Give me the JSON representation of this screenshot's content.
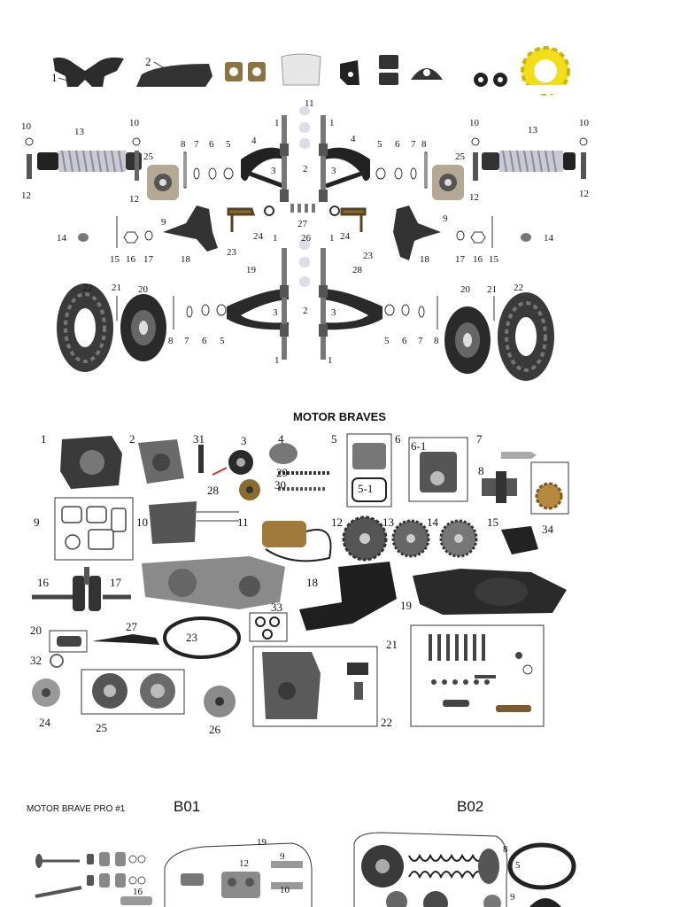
{
  "sections": {
    "motor_title": "MOTOR BRAVES",
    "pro_title": "MOTOR BRAVE PRO  #1",
    "block1": "B01",
    "block2": "B02"
  },
  "colors": {
    "part_dark": "#2c2c2c",
    "part_mid": "#6e6e6e",
    "part_light": "#b9b9b9",
    "accent_yellow": "#f2dd1a",
    "gold": "#b58a3e"
  },
  "callouts": {
    "top_row": [
      "1",
      "2"
    ],
    "suspension": [
      "10",
      "13",
      "12",
      "10",
      "12",
      "25",
      "8",
      "7",
      "6",
      "5",
      "4",
      "1",
      "1",
      "11",
      "3",
      "2",
      "3",
      "4",
      "5",
      "6",
      "7",
      "8",
      "25",
      "13",
      "10",
      "10",
      "12",
      "12",
      "9",
      "9",
      "14",
      "15",
      "16",
      "17",
      "18",
      "23",
      "24",
      "27",
      "26",
      "24",
      "23",
      "18",
      "17",
      "16",
      "15",
      "14",
      "19",
      "28",
      "1",
      "1",
      "22",
      "21",
      "20",
      "8",
      "7",
      "6",
      "5",
      "3",
      "2",
      "3",
      "5",
      "6",
      "7",
      "8",
      "20",
      "21",
      "22",
      "1",
      "1"
    ],
    "motor": [
      "1",
      "2",
      "31",
      "3",
      "4",
      "5",
      "6",
      "6-1",
      "7",
      "29",
      "30",
      "28",
      "5-1",
      "8",
      "34",
      "9",
      "10",
      "11",
      "12",
      "13",
      "14",
      "15",
      "16",
      "17",
      "18",
      "19",
      "33",
      "20",
      "27",
      "23",
      "21",
      "32",
      "24",
      "25",
      "26",
      "22"
    ],
    "pro": [
      "19",
      "12",
      "9",
      "10",
      "16",
      "8",
      "9",
      "5"
    ]
  }
}
